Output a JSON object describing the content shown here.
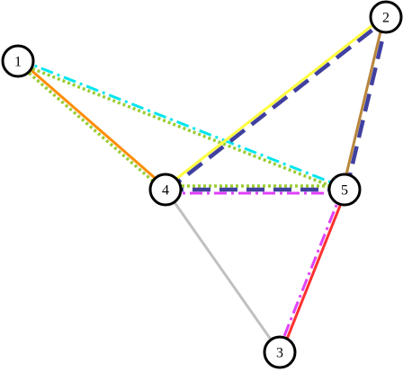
{
  "graph": {
    "nodes": [
      {
        "id": "1",
        "label": "1"
      },
      {
        "id": "2",
        "label": "2"
      },
      {
        "id": "3",
        "label": "3"
      },
      {
        "id": "4",
        "label": "4"
      },
      {
        "id": "5",
        "label": "5"
      }
    ],
    "edges": [
      {
        "from": "1",
        "to": "4",
        "color": "#ff8c00",
        "style": "solid"
      },
      {
        "from": "1",
        "to": "4",
        "color": "#9acd32",
        "style": "dotted"
      },
      {
        "from": "1",
        "to": "5",
        "color": "#00e5ee",
        "style": "dash-dot"
      },
      {
        "from": "1",
        "to": "5",
        "color": "#9acd32",
        "style": "dotted"
      },
      {
        "from": "4",
        "to": "2",
        "color": "#ffff40",
        "style": "solid"
      },
      {
        "from": "4",
        "to": "2",
        "color": "#4040a0",
        "style": "dashed"
      },
      {
        "from": "4",
        "to": "5",
        "color": "#9acd32",
        "style": "dotted"
      },
      {
        "from": "4",
        "to": "5",
        "color": "#4040a0",
        "style": "dashed"
      },
      {
        "from": "4",
        "to": "5",
        "color": "#e040fb",
        "style": "dash-dot"
      },
      {
        "from": "4",
        "to": "3",
        "color": "#c0c0c0",
        "style": "solid"
      },
      {
        "from": "5",
        "to": "2",
        "color": "#b8863b",
        "style": "solid"
      },
      {
        "from": "5",
        "to": "2",
        "color": "#4040a0",
        "style": "dashed"
      },
      {
        "from": "5",
        "to": "3",
        "color": "#ff3030",
        "style": "solid"
      },
      {
        "from": "5",
        "to": "3",
        "color": "#e040fb",
        "style": "dash-dot"
      }
    ]
  }
}
